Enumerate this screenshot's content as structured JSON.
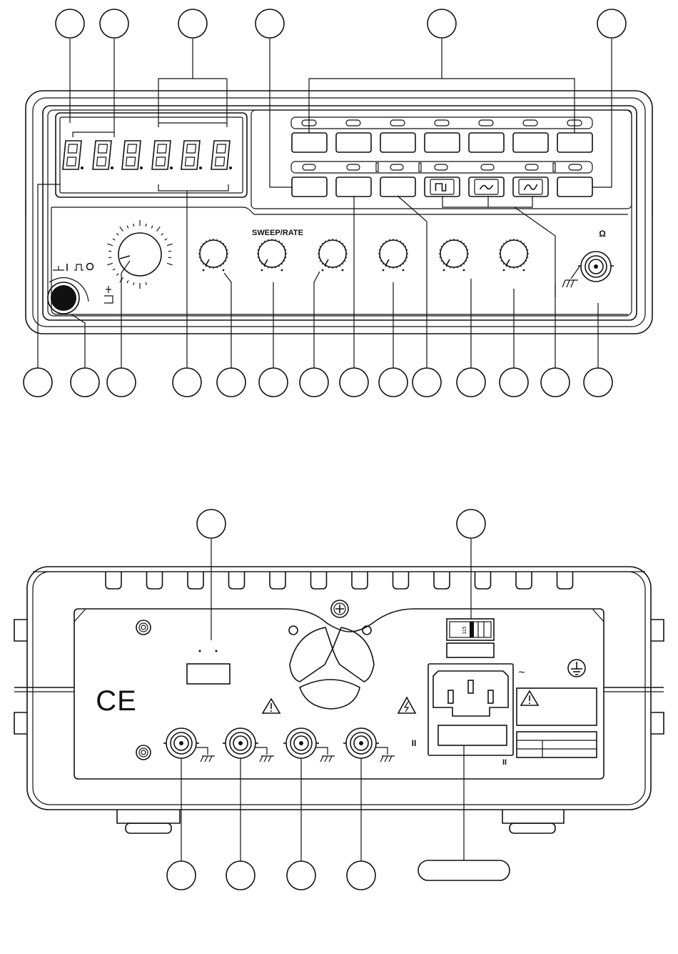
{
  "front_panel": {
    "display_digits": [
      "8",
      "8",
      "8",
      "8",
      "8",
      "8"
    ],
    "knob_section_label": "SWEEP/RATE",
    "output_unit_label": "Ω",
    "wave_button_glyphs": [
      "⊓",
      "∼",
      "∿"
    ]
  },
  "rear_panel": {
    "ce_mark": "CE",
    "voltage_selector_value": "115",
    "ac_symbol": "~",
    "category_label": "II",
    "category_label_2": "II"
  },
  "callouts": {
    "front_top_count": 6,
    "front_bottom_count": 14,
    "rear_top_count": 2,
    "rear_bottom_count": 4
  }
}
